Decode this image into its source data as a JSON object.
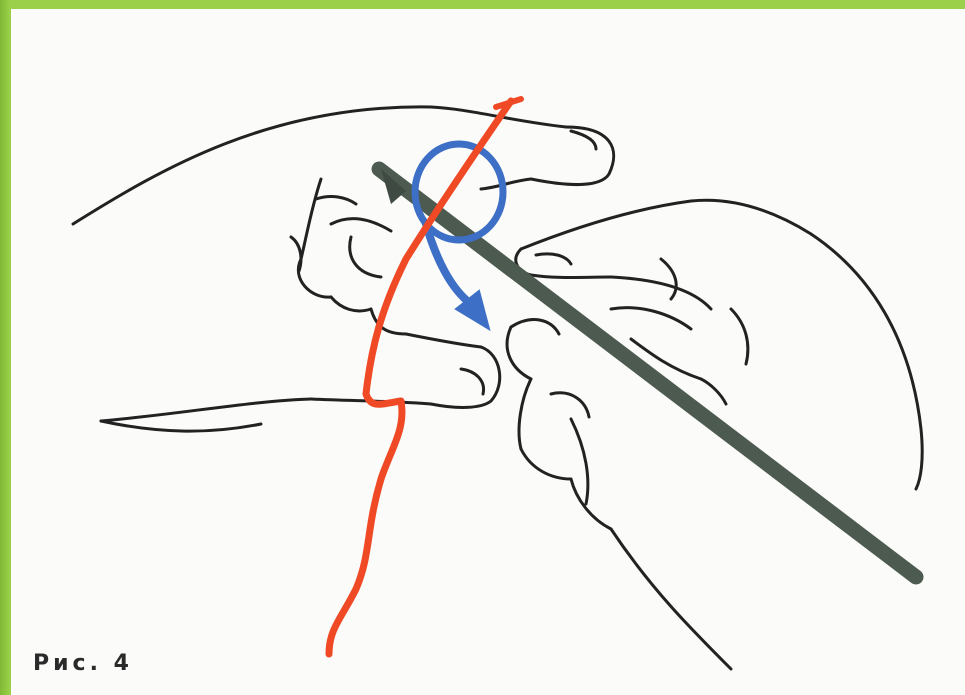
{
  "figure": {
    "caption": "Рис. 4"
  },
  "colors": {
    "frame": "#8dc63f",
    "paper": "#fbfbf9",
    "ink": "#222222",
    "yarn": "#ef4a25",
    "loop_arrow": "#3e6fc6",
    "hook": "#4d5a50"
  },
  "illustration": {
    "subject": "hands-holding-crochet-hook-and-yarn",
    "parts": [
      "left-hand",
      "right-hand",
      "crochet-hook",
      "yarn",
      "loop-arrow"
    ]
  }
}
